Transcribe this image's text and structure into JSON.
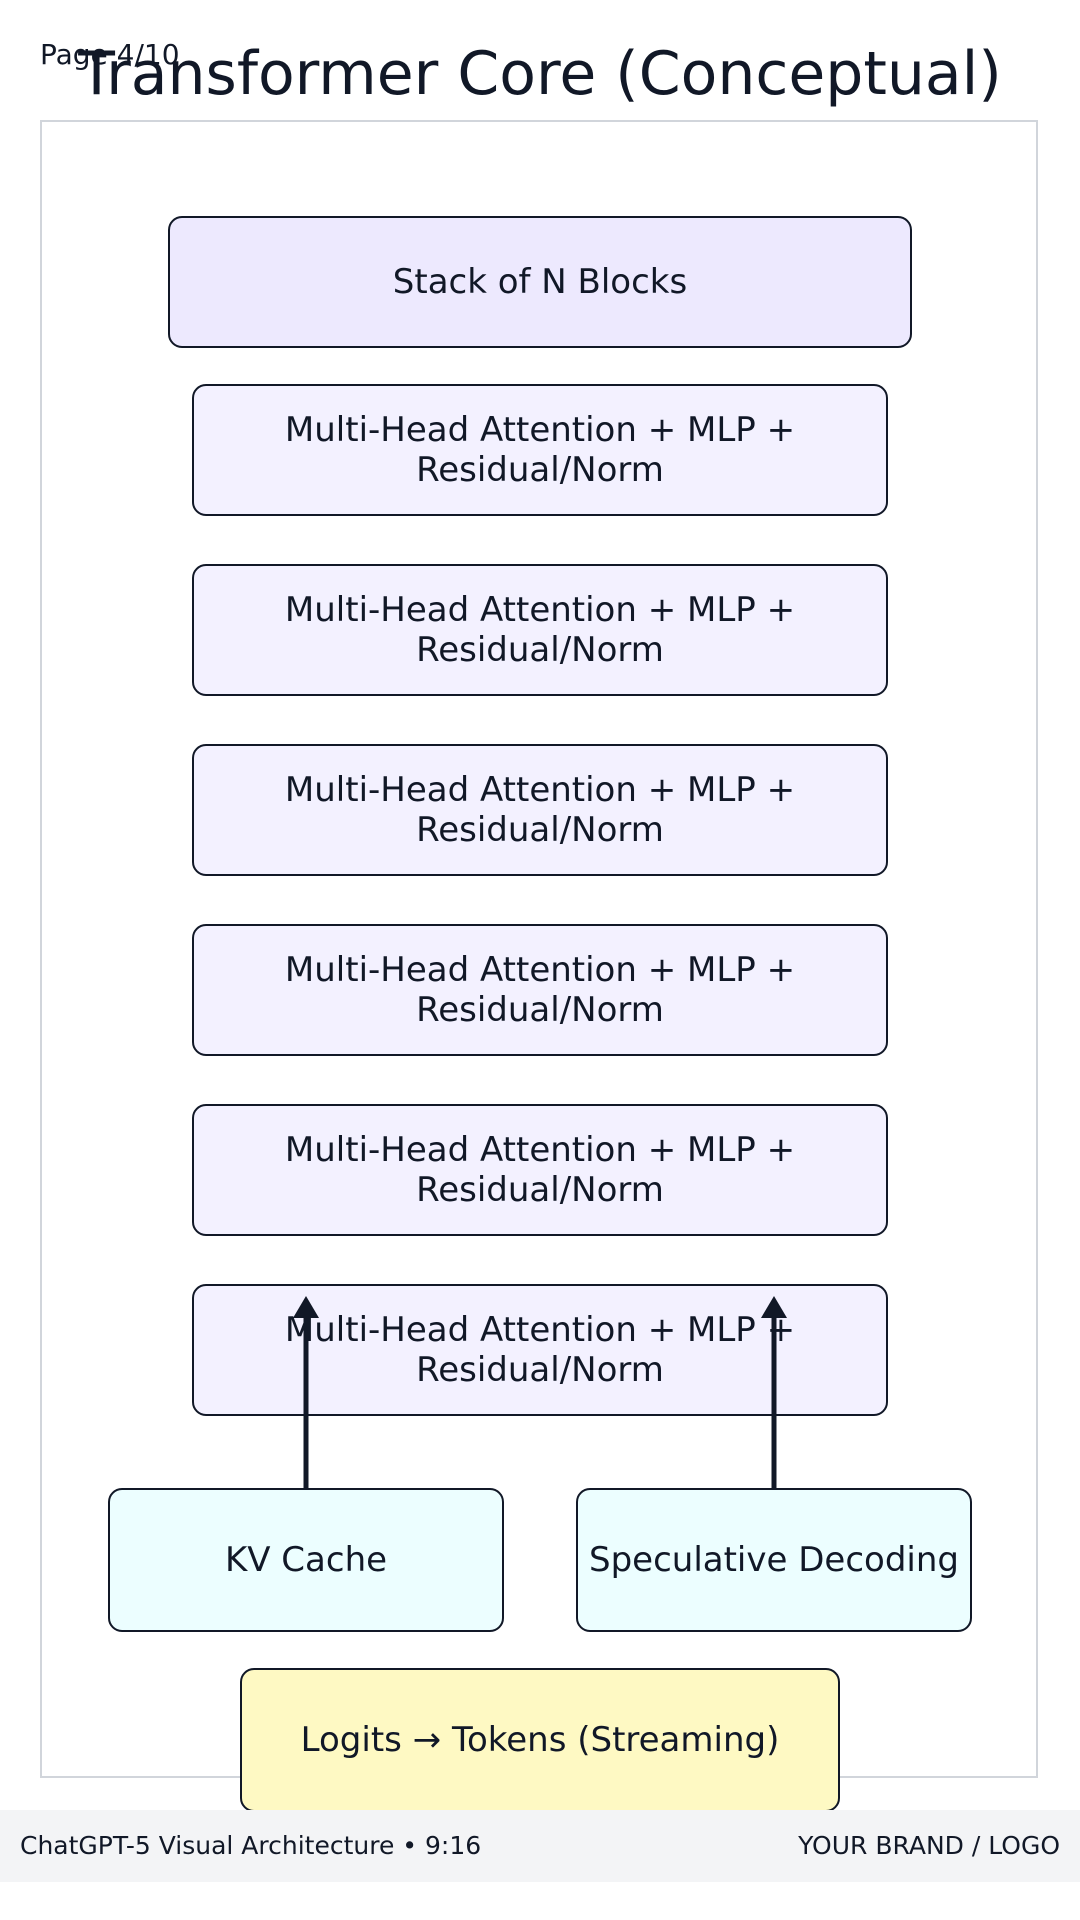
{
  "page": {
    "number": "Page 4/10",
    "title": "Transformer Core (Conceptual)"
  },
  "diagram": {
    "stack_header": "Stack of N Blocks",
    "layers": [
      {
        "line1": "Multi-Head Attention + MLP +",
        "line2": "Residual/Norm"
      },
      {
        "line1": "Multi-Head Attention + MLP +",
        "line2": "Residual/Norm"
      },
      {
        "line1": "Multi-Head Attention + MLP +",
        "line2": "Residual/Norm"
      },
      {
        "line1": "Multi-Head Attention + MLP +",
        "line2": "Residual/Norm"
      },
      {
        "line1": "Multi-Head Attention + MLP +",
        "line2": "Residual/Norm"
      },
      {
        "line1": "Multi-Head Attention + MLP +",
        "line2": "Residual/Norm"
      }
    ],
    "kv_cache": "KV Cache",
    "speculative_decoding": "Speculative Decoding",
    "logits": "Logits → Tokens (Streaming)"
  },
  "footer": {
    "left": "ChatGPT-5 Visual Architecture • 9:16",
    "right": "YOUR BRAND / LOGO"
  },
  "colors": {
    "header_fill": "#ede9fe",
    "layer_fill": "#f3f1ff",
    "aux_fill": "#ecfeff",
    "logits_fill": "#fef9c3",
    "stroke": "#111827"
  }
}
